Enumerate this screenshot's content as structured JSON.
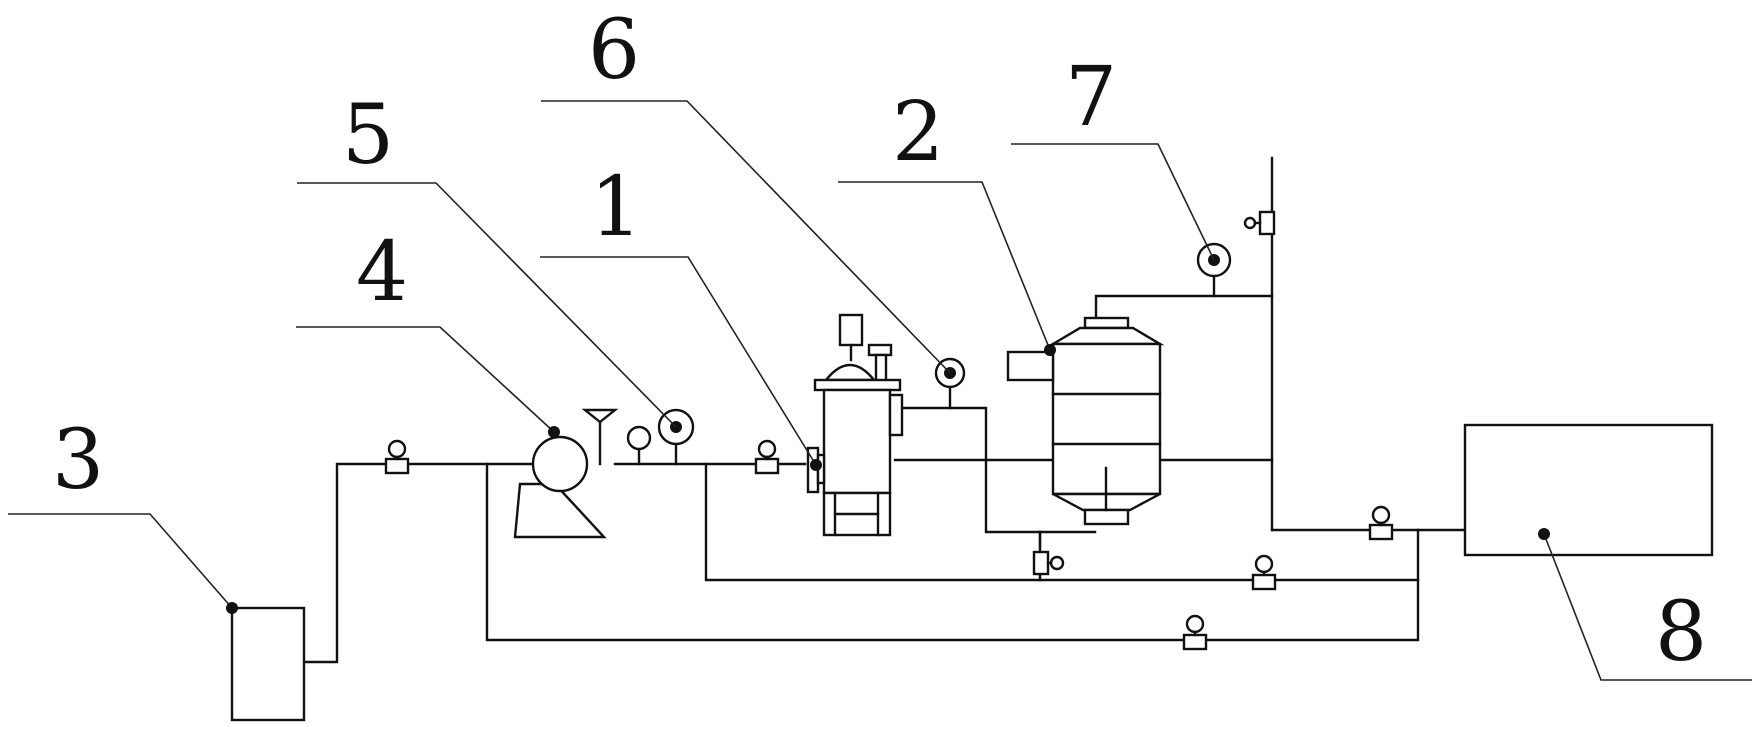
{
  "diagram": {
    "labels": [
      {
        "id": "1",
        "text": "1"
      },
      {
        "id": "2",
        "text": "2"
      },
      {
        "id": "3",
        "text": "3"
      },
      {
        "id": "4",
        "text": "4"
      },
      {
        "id": "5",
        "text": "5"
      },
      {
        "id": "6",
        "text": "6"
      },
      {
        "id": "7",
        "text": "7"
      },
      {
        "id": "8",
        "text": "8"
      }
    ],
    "colors": {
      "line": "#111111",
      "background": "#ffffff"
    },
    "icons": [
      "valve-icon",
      "pressure-gauge-icon",
      "funnel-icon",
      "pump-icon",
      "tank-icon",
      "filter-vessel-icon",
      "reactor-vessel-icon",
      "instrument-icon"
    ]
  }
}
